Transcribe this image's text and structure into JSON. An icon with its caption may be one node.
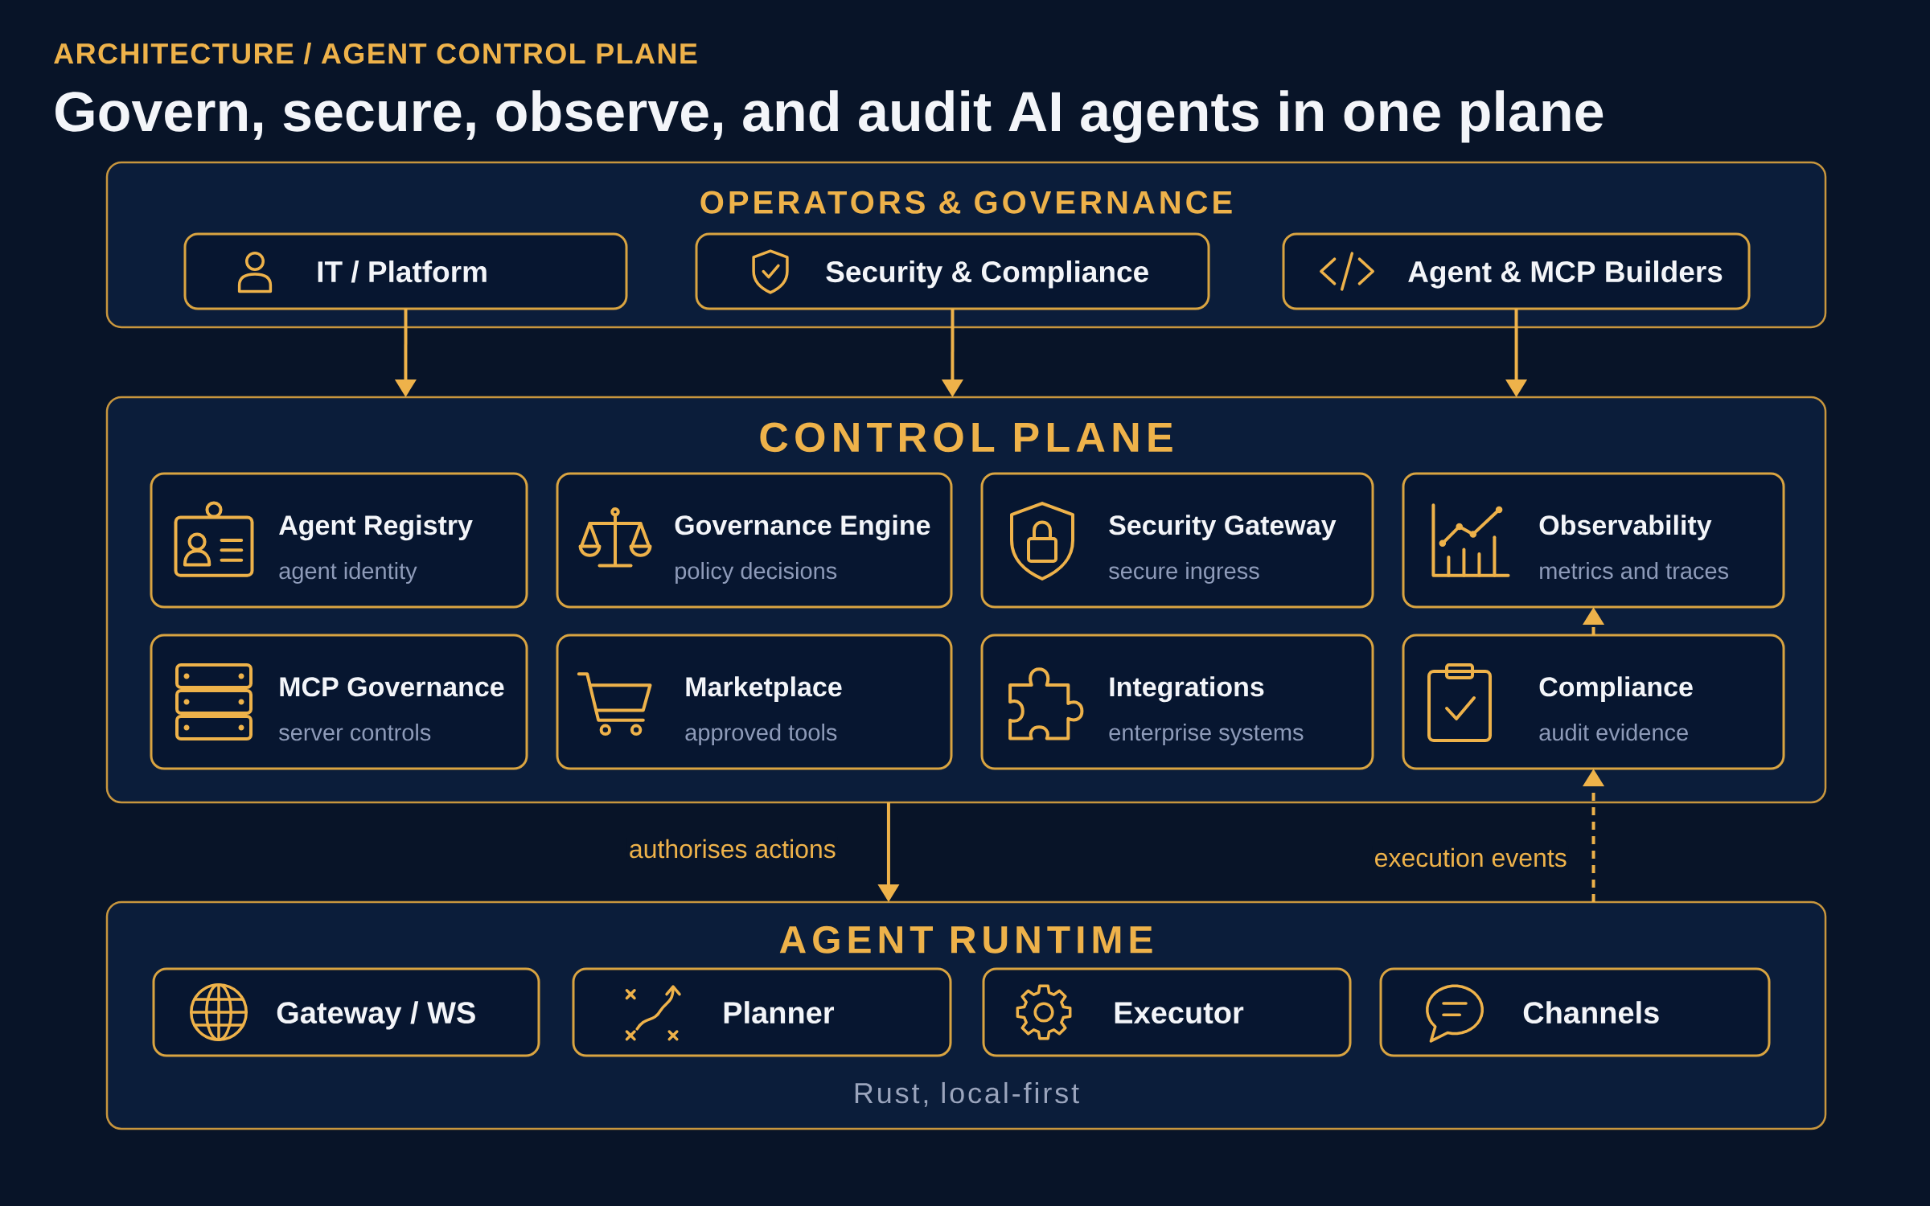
{
  "diagram": {
    "title": "Govern, secure, observe, and audit AI agents in one plane",
    "labels": [
      "ARCHITECTURE / AGENT CONTROL PLANE"
    ],
    "nodes": [
      {
        "text": [
          "OPERATORS & GOVERNANCE"
        ]
      },
      {
        "text": [
          "IT / Platform"
        ],
        "in": 0
      },
      {
        "text": [
          "Security & Compliance"
        ],
        "in": 0
      },
      {
        "text": [
          "Agent & MCP Builders"
        ],
        "in": 0
      },
      {
        "text": [
          "CONTROL PLANE"
        ]
      },
      {
        "text": [
          "Agent Registry",
          "agent identity"
        ],
        "in": 4
      },
      {
        "text": [
          "Governance Engine",
          "policy decisions"
        ],
        "in": 4
      },
      {
        "text": [
          "Security Gateway",
          "secure ingress"
        ],
        "in": 4
      },
      {
        "text": [
          "Observability",
          "metrics and traces"
        ],
        "in": 4
      },
      {
        "text": [
          "MCP Governance",
          "server controls"
        ],
        "in": 4
      },
      {
        "text": [
          "Marketplace",
          "approved tools"
        ],
        "in": 4
      },
      {
        "text": [
          "Integrations",
          "enterprise systems"
        ],
        "in": 4
      },
      {
        "text": [
          "Compliance",
          "audit evidence"
        ],
        "in": 4
      },
      {
        "text": [
          "AGENT RUNTIME",
          "Rust, local-first"
        ]
      },
      {
        "text": [
          "Gateway / WS"
        ],
        "in": 13
      },
      {
        "text": [
          "Planner"
        ],
        "in": 13
      },
      {
        "text": [
          "Executor"
        ],
        "in": 13
      },
      {
        "text": [
          "Channels"
        ],
        "in": 13
      }
    ],
    "edges": [
      {
        "from": 1,
        "to": 4,
        "arrow": "to"
      },
      {
        "from": 2,
        "to": 4,
        "arrow": "to"
      },
      {
        "from": 3,
        "to": 4,
        "arrow": "to"
      },
      {
        "from": 12,
        "to": 8,
        "arrow": "to",
        "style": "dashed"
      },
      {
        "from": 4,
        "to": 13,
        "arrow": "to",
        "label": "authorises actions"
      },
      {
        "from": 13,
        "to": 12,
        "arrow": "to",
        "style": "dashed",
        "label": "execution events"
      }
    ]
  }
}
